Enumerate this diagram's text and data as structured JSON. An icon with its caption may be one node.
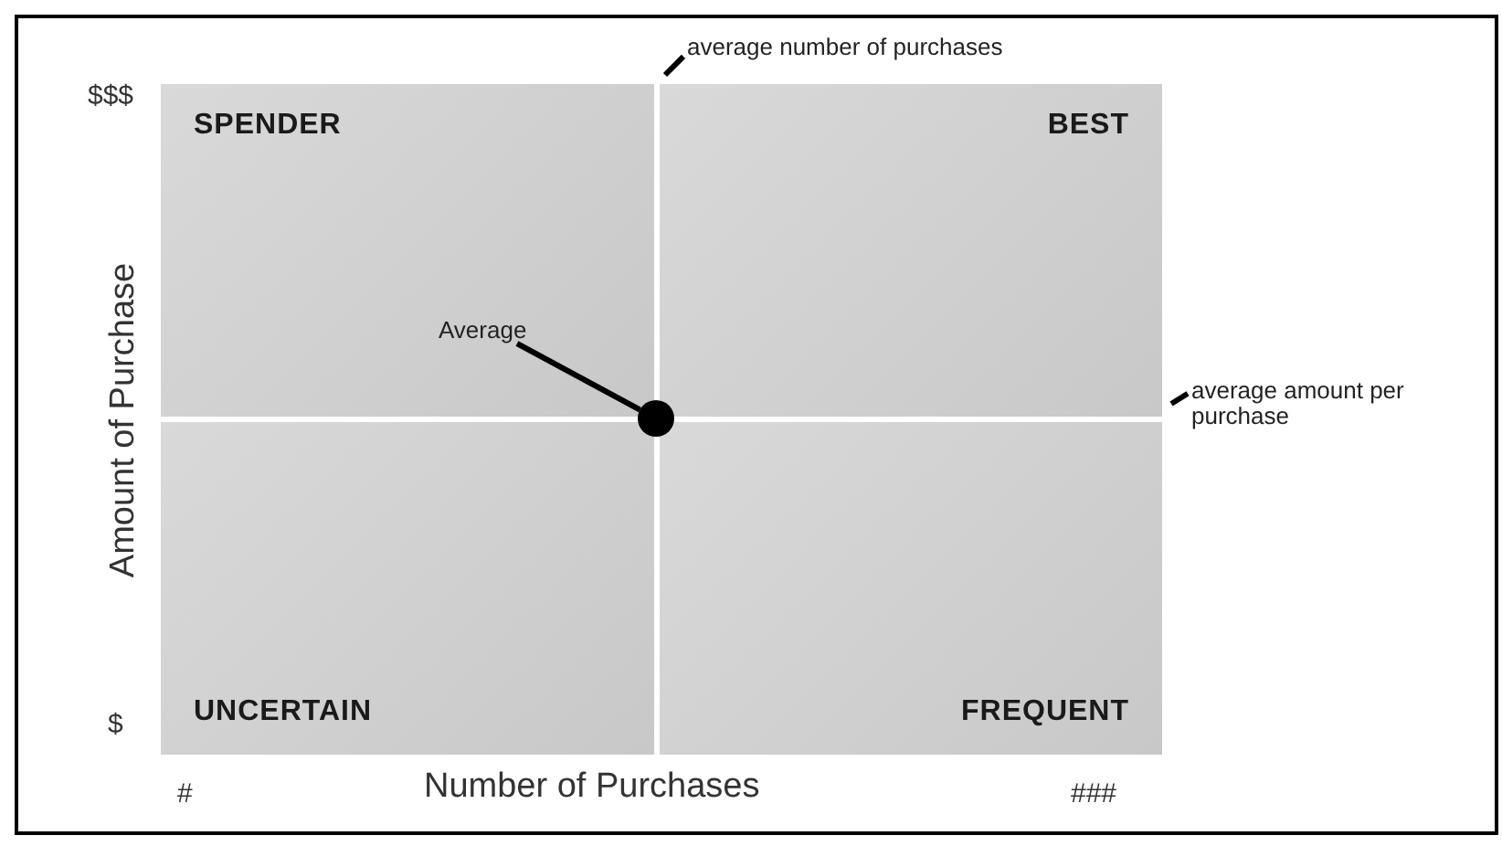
{
  "diagram": {
    "nodes": [
      {
        "text": [
          "SPENDER"
        ]
      },
      {
        "text": [
          "BEST"
        ]
      },
      {
        "text": [
          "UNCERTAIN"
        ]
      },
      {
        "text": [
          "FREQUENT"
        ]
      },
      {
        "text": [
          "average number of purchases"
        ]
      },
      {
        "text": [
          "average amount per purchase"
        ]
      },
      {
        "text": [
          "Average"
        ],
        "in": 0
      },
      {
        "text": [],
        "shape": "circle"
      }
    ],
    "edges": [
      {
        "from": 4,
        "to": null,
        "arrow": "none"
      },
      {
        "from": 5,
        "to": null,
        "arrow": "none"
      },
      {
        "from": 6,
        "to": 7,
        "arrow": "none"
      }
    ],
    "labels": [
      "$$$",
      "Amount of Purchase",
      "$",
      "#",
      "Number of Purchases",
      "###"
    ]
  }
}
